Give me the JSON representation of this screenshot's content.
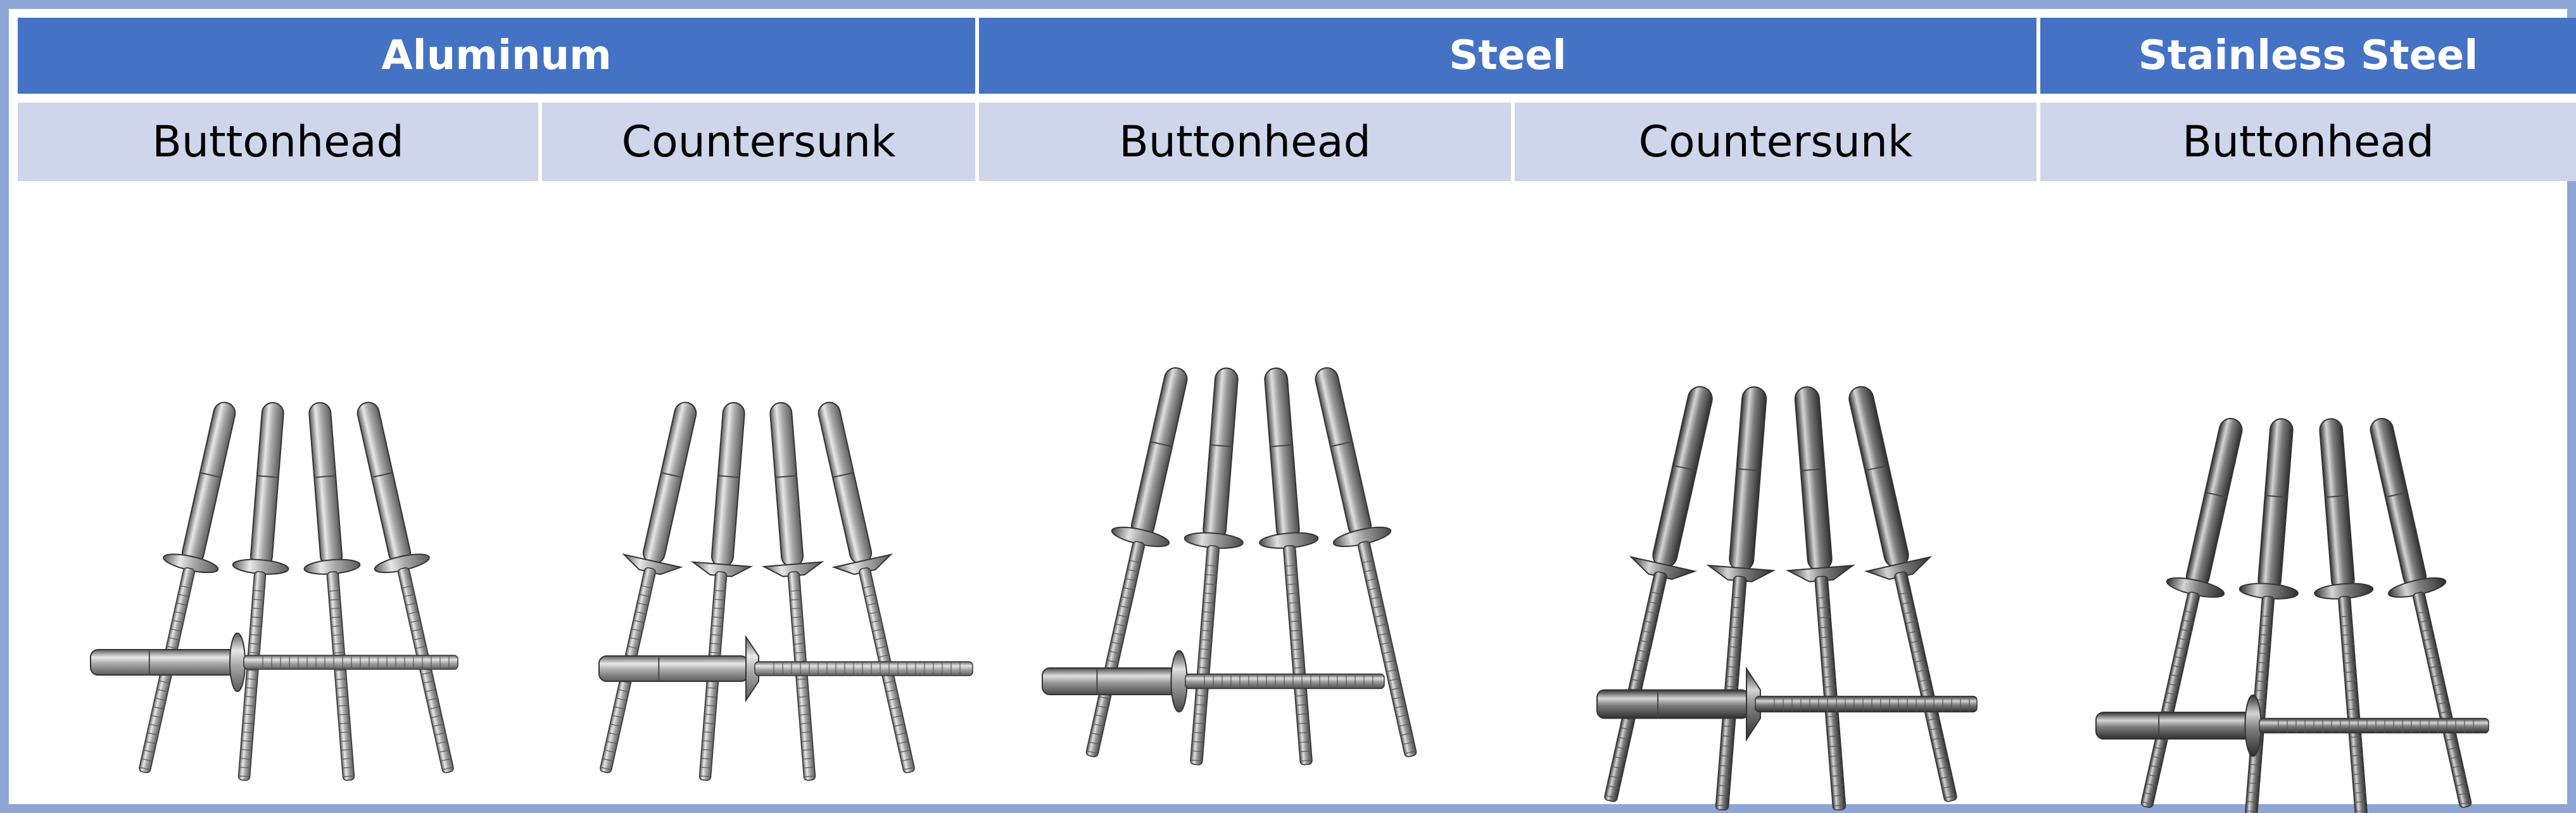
{
  "header": {
    "materials": [
      {
        "label": "Aluminum"
      },
      {
        "label": "Steel"
      },
      {
        "label": "Stainless Steel"
      }
    ],
    "types": [
      {
        "label": "Buttonhead"
      },
      {
        "label": "Countersunk"
      },
      {
        "label": "Buttonhead"
      },
      {
        "label": "Countersunk"
      },
      {
        "label": "Buttonhead"
      }
    ]
  },
  "colors": {
    "material_header_bg": "#4472c4",
    "type_header_bg": "#cfd5ea",
    "frame_border": "#8ea6d6"
  },
  "images": [
    {
      "name": "aluminum-buttonhead-rivets",
      "finish": "light"
    },
    {
      "name": "aluminum-countersunk-rivets",
      "finish": "light"
    },
    {
      "name": "steel-buttonhead-rivets",
      "finish": "medium"
    },
    {
      "name": "steel-countersunk-rivets",
      "finish": "dark"
    },
    {
      "name": "stainless-steel-buttonhead-rivets",
      "finish": "dark"
    }
  ]
}
